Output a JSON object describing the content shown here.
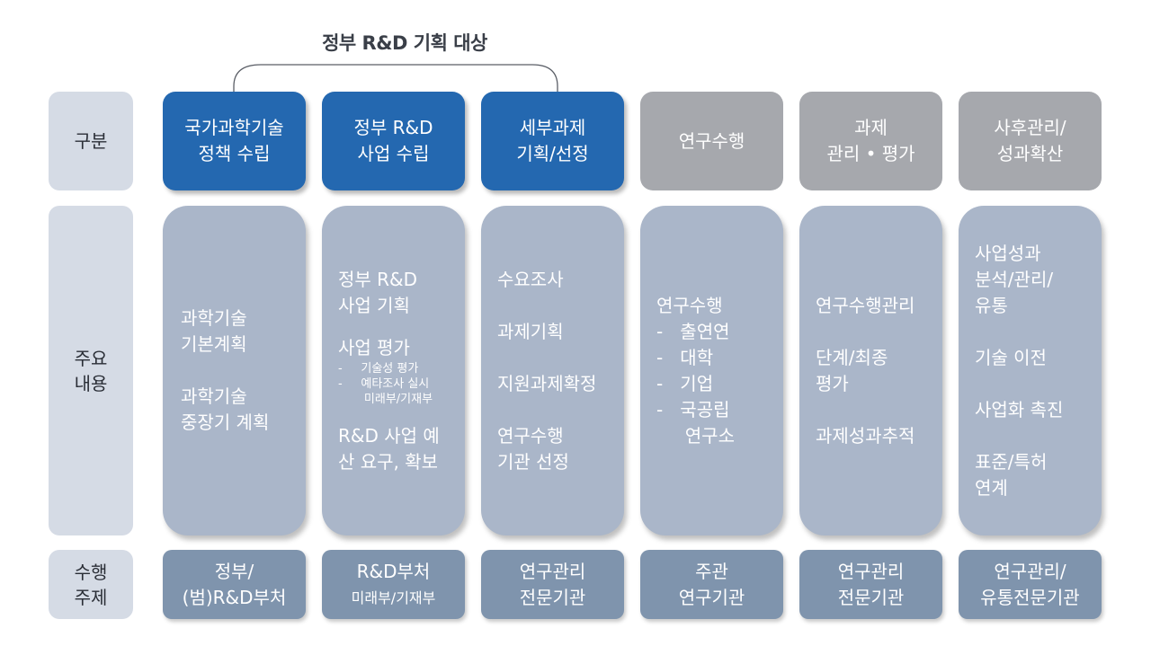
{
  "title": "정부 R&D 기획 대상",
  "row_labels": {
    "category": "구분",
    "content": "주요\n내용",
    "actor": "수행\n주제"
  },
  "headers": [
    {
      "text": "국가과학기술\n정책 수립",
      "style": "blue"
    },
    {
      "text": "정부 R&D\n사업 수립",
      "style": "blue"
    },
    {
      "text": "세부과제\n기획/선정",
      "style": "blue"
    },
    {
      "text": "연구수행",
      "style": "gray"
    },
    {
      "text": "과제\n관리 • 평가",
      "style": "gray"
    },
    {
      "text": "사후관리/\n성과확산",
      "style": "gray"
    }
  ],
  "contents": {
    "col1": {
      "item1": "과학기술\n기본계획",
      "item2": "과학기술\n중장기 계획"
    },
    "col2": {
      "item1": "정부 R&D\n사업 기획",
      "item2": "사업 평가",
      "sub1": "-     기술성 평가",
      "sub2": "-     예타조사 실시",
      "sub3": "       미래부/기재부",
      "item3": "R&D 사업 예\n산 요구, 확보"
    },
    "col3": {
      "item1": "수요조사",
      "item2": "과제기획",
      "item3": "지원과제확정",
      "item4": "연구수행\n기관 선정"
    },
    "col4": {
      "item1": "연구수행",
      "list": "-   출연연\n-   대학\n-   기업\n-   국공립\n     연구소"
    },
    "col5": {
      "item1": "연구수행관리",
      "item2": "단계/최종\n평가",
      "item3": "과제성과추적"
    },
    "col6": {
      "item1": "사업성과\n분석/관리/\n유통",
      "item2": "기술 이전",
      "item3": "사업화 촉진",
      "item4": "표준/특허\n연계"
    }
  },
  "actors": [
    {
      "line1": "정부/",
      "line2": "(범)R&D부처"
    },
    {
      "line1": "R&D부처",
      "line2": "미래부/기재부"
    },
    {
      "line1": "연구관리",
      "line2": "전문기관"
    },
    {
      "line1": "주관",
      "line2": "연구기관"
    },
    {
      "line1": "연구관리",
      "line2": "전문기관"
    },
    {
      "line1": "연구관리/",
      "line2": "유통전문기관"
    }
  ],
  "colors": {
    "header_blue": "#2468b0",
    "header_gray": "#a6a8ad",
    "content_bg": "#aab6c9",
    "actor_bg": "#7f94ad",
    "label_bg": "#d5dbe5"
  }
}
